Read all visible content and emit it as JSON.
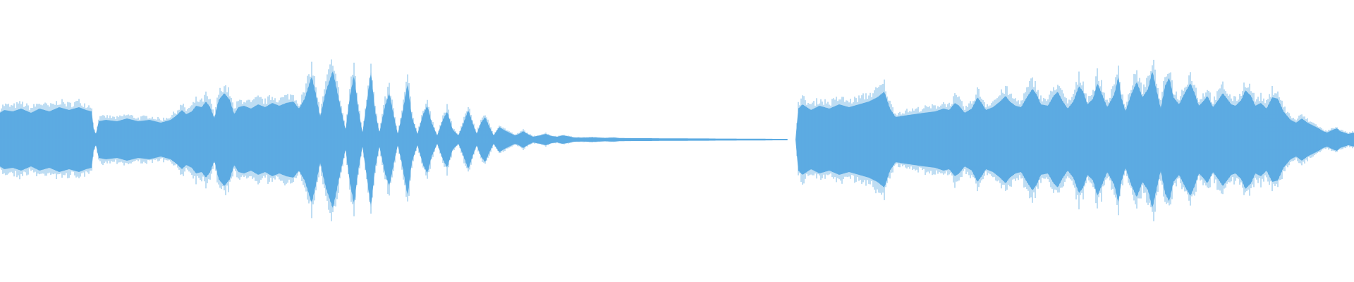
{
  "waveform": {
    "color": "#5dabe2",
    "background": "#ffffff",
    "envelope": [
      [
        0,
        0.19
      ],
      [
        6,
        0.21
      ],
      [
        18,
        0.2
      ],
      [
        30,
        0.22
      ],
      [
        44,
        0.19
      ],
      [
        56,
        0.22
      ],
      [
        70,
        0.2
      ],
      [
        84,
        0.23
      ],
      [
        98,
        0.21
      ],
      [
        112,
        0.23
      ],
      [
        122,
        0.21
      ],
      [
        130,
        0.2
      ],
      [
        133,
        0.07
      ],
      [
        136,
        0.04
      ],
      [
        140,
        0.13
      ],
      [
        150,
        0.14
      ],
      [
        166,
        0.13
      ],
      [
        180,
        0.15
      ],
      [
        196,
        0.13
      ],
      [
        212,
        0.14
      ],
      [
        228,
        0.12
      ],
      [
        242,
        0.14
      ],
      [
        250,
        0.17
      ],
      [
        258,
        0.21
      ],
      [
        264,
        0.18
      ],
      [
        272,
        0.2
      ],
      [
        278,
        0.24
      ],
      [
        286,
        0.23
      ],
      [
        292,
        0.27
      ],
      [
        298,
        0.23
      ],
      [
        304,
        0.15
      ],
      [
        310,
        0.28
      ],
      [
        318,
        0.33
      ],
      [
        326,
        0.28
      ],
      [
        332,
        0.18
      ],
      [
        338,
        0.23
      ],
      [
        346,
        0.24
      ],
      [
        356,
        0.22
      ],
      [
        366,
        0.25
      ],
      [
        376,
        0.23
      ],
      [
        386,
        0.26
      ],
      [
        396,
        0.24
      ],
      [
        406,
        0.26
      ],
      [
        416,
        0.27
      ],
      [
        424,
        0.22
      ],
      [
        432,
        0.29
      ],
      [
        442,
        0.45
      ],
      [
        448,
        0.32
      ],
      [
        454,
        0.16
      ],
      [
        462,
        0.34
      ],
      [
        472,
        0.49
      ],
      [
        482,
        0.25
      ],
      [
        490,
        0.07
      ],
      [
        496,
        0.3
      ],
      [
        502,
        0.46
      ],
      [
        508,
        0.22
      ],
      [
        514,
        0.05
      ],
      [
        520,
        0.26
      ],
      [
        526,
        0.48
      ],
      [
        532,
        0.2
      ],
      [
        538,
        0.05
      ],
      [
        546,
        0.24
      ],
      [
        552,
        0.33
      ],
      [
        558,
        0.18
      ],
      [
        564,
        0.04
      ],
      [
        570,
        0.17
      ],
      [
        578,
        0.4
      ],
      [
        584,
        0.16
      ],
      [
        592,
        0.04
      ],
      [
        600,
        0.18
      ],
      [
        606,
        0.24
      ],
      [
        612,
        0.12
      ],
      [
        620,
        0.03
      ],
      [
        628,
        0.14
      ],
      [
        634,
        0.2
      ],
      [
        642,
        0.07
      ],
      [
        650,
        0.03
      ],
      [
        656,
        0.1
      ],
      [
        664,
        0.21
      ],
      [
        670,
        0.12
      ],
      [
        676,
        0.04
      ],
      [
        682,
        0.12
      ],
      [
        688,
        0.16
      ],
      [
        694,
        0.09
      ],
      [
        700,
        0.03
      ],
      [
        708,
        0.09
      ],
      [
        714,
        0.07
      ],
      [
        722,
        0.05
      ],
      [
        730,
        0.03
      ],
      [
        736,
        0.04
      ],
      [
        742,
        0.06
      ],
      [
        748,
        0.04
      ],
      [
        756,
        0.02
      ],
      [
        766,
        0.03
      ],
      [
        774,
        0.04
      ],
      [
        782,
        0.025
      ],
      [
        790,
        0.02
      ],
      [
        798,
        0.03
      ],
      [
        804,
        0.025
      ],
      [
        814,
        0.015
      ],
      [
        826,
        0.014
      ],
      [
        840,
        0.016
      ],
      [
        858,
        0.012
      ],
      [
        870,
        0.014
      ],
      [
        880,
        0.011
      ],
      [
        900,
        0.01
      ],
      [
        920,
        0.01
      ],
      [
        940,
        0.009
      ],
      [
        960,
        0.009
      ],
      [
        980,
        0.008
      ],
      [
        1000,
        0.008
      ],
      [
        1020,
        0.007
      ],
      [
        1040,
        0.007
      ],
      [
        1060,
        0.006
      ],
      [
        1080,
        0.006
      ],
      [
        1100,
        0.005
      ],
      [
        1116,
        0.005
      ],
      [
        1117,
        0.0
      ],
      [
        1128,
        0.0
      ],
      [
        1132,
        0.22
      ],
      [
        1138,
        0.25
      ],
      [
        1150,
        0.21
      ],
      [
        1162,
        0.24
      ],
      [
        1176,
        0.22
      ],
      [
        1190,
        0.25
      ],
      [
        1204,
        0.23
      ],
      [
        1218,
        0.25
      ],
      [
        1232,
        0.27
      ],
      [
        1244,
        0.3
      ],
      [
        1254,
        0.34
      ],
      [
        1262,
        0.22
      ],
      [
        1270,
        0.16
      ],
      [
        1282,
        0.17
      ],
      [
        1296,
        0.18
      ],
      [
        1310,
        0.19
      ],
      [
        1326,
        0.2
      ],
      [
        1338,
        0.22
      ],
      [
        1346,
        0.21
      ],
      [
        1354,
        0.26
      ],
      [
        1360,
        0.24
      ],
      [
        1368,
        0.19
      ],
      [
        1378,
        0.22
      ],
      [
        1386,
        0.3
      ],
      [
        1392,
        0.26
      ],
      [
        1398,
        0.21
      ],
      [
        1408,
        0.23
      ],
      [
        1418,
        0.27
      ],
      [
        1426,
        0.31
      ],
      [
        1432,
        0.27
      ],
      [
        1440,
        0.24
      ],
      [
        1448,
        0.23
      ],
      [
        1456,
        0.3
      ],
      [
        1464,
        0.36
      ],
      [
        1470,
        0.32
      ],
      [
        1476,
        0.25
      ],
      [
        1486,
        0.24
      ],
      [
        1494,
        0.31
      ],
      [
        1500,
        0.34
      ],
      [
        1506,
        0.28
      ],
      [
        1514,
        0.22
      ],
      [
        1522,
        0.27
      ],
      [
        1530,
        0.38
      ],
      [
        1536,
        0.34
      ],
      [
        1542,
        0.25
      ],
      [
        1550,
        0.29
      ],
      [
        1556,
        0.4
      ],
      [
        1562,
        0.33
      ],
      [
        1570,
        0.23
      ],
      [
        1580,
        0.32
      ],
      [
        1586,
        0.45
      ],
      [
        1590,
        0.3
      ],
      [
        1596,
        0.2
      ],
      [
        1604,
        0.32
      ],
      [
        1612,
        0.41
      ],
      [
        1620,
        0.3
      ],
      [
        1628,
        0.36
      ],
      [
        1634,
        0.49
      ],
      [
        1640,
        0.35
      ],
      [
        1646,
        0.22
      ],
      [
        1652,
        0.38
      ],
      [
        1658,
        0.44
      ],
      [
        1664,
        0.3
      ],
      [
        1672,
        0.25
      ],
      [
        1680,
        0.33
      ],
      [
        1688,
        0.4
      ],
      [
        1694,
        0.33
      ],
      [
        1700,
        0.24
      ],
      [
        1706,
        0.27
      ],
      [
        1712,
        0.31
      ],
      [
        1720,
        0.23
      ],
      [
        1726,
        0.27
      ],
      [
        1734,
        0.33
      ],
      [
        1740,
        0.29
      ],
      [
        1746,
        0.25
      ],
      [
        1752,
        0.24
      ],
      [
        1760,
        0.28
      ],
      [
        1766,
        0.35
      ],
      [
        1774,
        0.31
      ],
      [
        1780,
        0.24
      ],
      [
        1788,
        0.26
      ],
      [
        1796,
        0.22
      ],
      [
        1804,
        0.3
      ],
      [
        1812,
        0.29
      ],
      [
        1820,
        0.2
      ],
      [
        1830,
        0.14
      ],
      [
        1838,
        0.12
      ],
      [
        1846,
        0.15
      ],
      [
        1854,
        0.12
      ],
      [
        1862,
        0.1
      ],
      [
        1870,
        0.08
      ],
      [
        1876,
        0.06
      ],
      [
        1882,
        0.05
      ],
      [
        1890,
        0.07
      ],
      [
        1896,
        0.08
      ],
      [
        1900,
        0.06
      ],
      [
        1906,
        0.05
      ],
      [
        1912,
        0.04
      ],
      [
        1920,
        0.05
      ]
    ]
  }
}
